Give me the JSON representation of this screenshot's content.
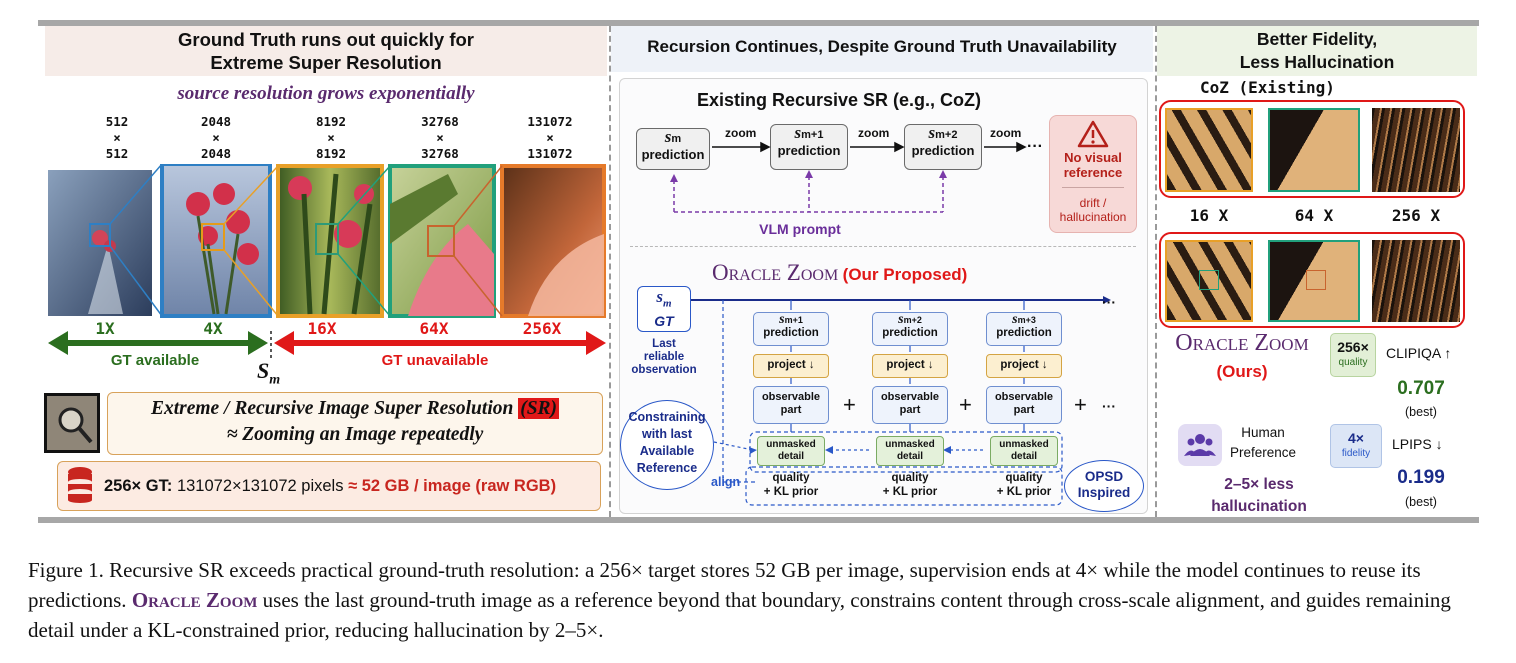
{
  "left": {
    "title_l1": "Ground Truth runs out quickly for",
    "title_l2": "Extreme Super Resolution",
    "subtitle": "source resolution grows exponentially",
    "res": [
      {
        "top": "512",
        "x": "×",
        "bot": "512"
      },
      {
        "top": "2048",
        "x": "×",
        "bot": "2048"
      },
      {
        "top": "8192",
        "x": "×",
        "bot": "8192"
      },
      {
        "top": "32768",
        "x": "×",
        "bot": "32768"
      },
      {
        "top": "131072",
        "x": "×",
        "bot": "131072"
      }
    ],
    "zooms": [
      "1X",
      "4X",
      "16X",
      "64X",
      "256X"
    ],
    "gt_available": "GT available",
    "gt_unavailable": "GT unavailable",
    "sm": "S",
    "sm_sub": "m",
    "sr_line1_pre": "Extreme / Recursive Image Super Resolution",
    "sr_tag": "(SR)",
    "sr_line2": "≈  Zooming an Image repeatedly",
    "storage_a": "256× GT:",
    "storage_b": "131072×131072 pixels",
    "storage_c": "≈ 52 GB / image (raw RGB)"
  },
  "middle": {
    "title": "Recursion Continues, Despite Ground Truth Unavailability",
    "existing_title": "Existing Recursive SR (e.g., CoZ)",
    "steps": [
      {
        "sym": "s",
        "sub": "m",
        "label": "prediction"
      },
      {
        "sym": "s",
        "sub": "m+1",
        "label": "prediction"
      },
      {
        "sym": "s",
        "sub": "m+2",
        "label": "prediction"
      }
    ],
    "zoom": "zoom",
    "ellipsis": "···",
    "warn_l1": "No visual",
    "warn_l2": "reference",
    "warn_l3": "drift /",
    "warn_l4": "hallucination",
    "vlm": "VLM prompt",
    "oracle_title": "Oracle Zoom",
    "oracle_suffix": "(Our Proposed)",
    "gt_sym": "s",
    "gt_sub": "m",
    "gt_label": "GT",
    "last_l1": "Last",
    "last_l2": "reliable",
    "last_l3": "observation",
    "cols": [
      {
        "sym": "s",
        "sub": "m+1",
        "label": "prediction"
      },
      {
        "sym": "s",
        "sub": "m+2",
        "label": "prediction"
      },
      {
        "sym": "s",
        "sub": "m+3",
        "label": "prediction"
      }
    ],
    "project": "project ↓",
    "observable_l1": "observable",
    "observable_l2": "part",
    "plus": "+",
    "unmasked_l1": "unmasked",
    "unmasked_l2": "detail",
    "quality_l1": "quality",
    "quality_l2": "+ KL prior",
    "constraining_l1": "Constraining",
    "constraining_l2": "with last",
    "constraining_l3": "Available",
    "constraining_l4": "Reference",
    "align": "align",
    "opsd_l1": "OPSD",
    "opsd_l2": "Inspired"
  },
  "right": {
    "title_l1": "Better Fidelity,",
    "title_l2": "Less Hallucination",
    "coz_label": "CoZ (Existing)",
    "scales": [
      "16 X",
      "64 X",
      "256 X"
    ],
    "oracle_title": "Oracle Zoom",
    "ours": "(Ours)",
    "q_badge_l1": "256×",
    "q_badge_l2": "quality",
    "clipiqa": "CLIPIQA ↑",
    "clipiqa_val": "0.707",
    "best": "(best)",
    "human_l1": "Human",
    "human_l2": "Preference",
    "f_badge_l1": "4×",
    "f_badge_l2": "fidelity",
    "lpips": "LPIPS ↓",
    "lpips_val": "0.199",
    "halluc_l1": "2–5× less",
    "halluc_l2": "hallucination"
  },
  "caption": {
    "p1": "Figure 1.  Recursive SR exceeds practical ground-truth resolution: a 256× target stores 52 GB per image, supervision ends at 4× while the model continues to reuse its predictions. ",
    "name": "Oracle Zoom",
    "p2": " uses the last ground-truth image as a reference beyond that boundary, constrains content through cross-scale alignment, and guides remaining detail under a KL-constrained prior, reducing hallucination by 2–5×."
  },
  "colors": {
    "green": "#2b6e1f",
    "red": "#e01818",
    "purple": "#5a2a6e",
    "navy": "#1a2c8a",
    "blue": "#2a58c8"
  }
}
